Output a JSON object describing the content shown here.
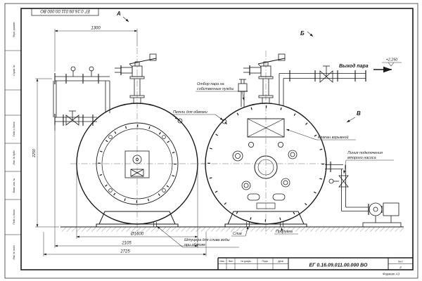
{
  "colors": {
    "ink": "#1a1a1a",
    "paper": "#ffffff"
  },
  "sheet": {
    "top_stamp": "ЕГ 0.16.09.011.00.000 ВО",
    "format_label": "Формат А3",
    "side_labels": {
      "s1": "Перв. примен.",
      "s2": "Справ. №",
      "s3": "Подп. и дата",
      "s4": "Инв. № дубл.",
      "s5": "Взам. инв. №",
      "s6": "Подп. и дата",
      "s7": "Инв. № подл."
    },
    "title_block": {
      "doc_number": "ЕГ 0.16.09.011.00.000  ВО",
      "col_izm": "Изм.",
      "col_list": "Лист",
      "col_doc": "№ докум.",
      "col_sign": "Подп.",
      "col_date": "Дата",
      "sheet_label": "Лист",
      "sheet_value": "2"
    }
  },
  "views": {
    "a": "А",
    "b": "Б",
    "v": "В"
  },
  "dims": {
    "d1300": "1300",
    "d1600": "Ø1600",
    "d2105": "2105",
    "d2725": "2725",
    "h2250": "2250"
  },
  "labels": {
    "steam_out": "Выход пара",
    "elevation": "+2,250",
    "own_needs_1": "Отбор пара на",
    "own_needs_2": "собственные нужды",
    "lugs": "Петли для обвязки",
    "explosion_valve": "Клапан взрывной",
    "pump_line_1": "Линия подключения",
    "pump_line_2": "второго насоса",
    "drain": "Слив",
    "blowdown": "Продувка",
    "drain_fittings_1": "Штуцера для слива воды",
    "drain_fittings_2": "при обвязке"
  }
}
